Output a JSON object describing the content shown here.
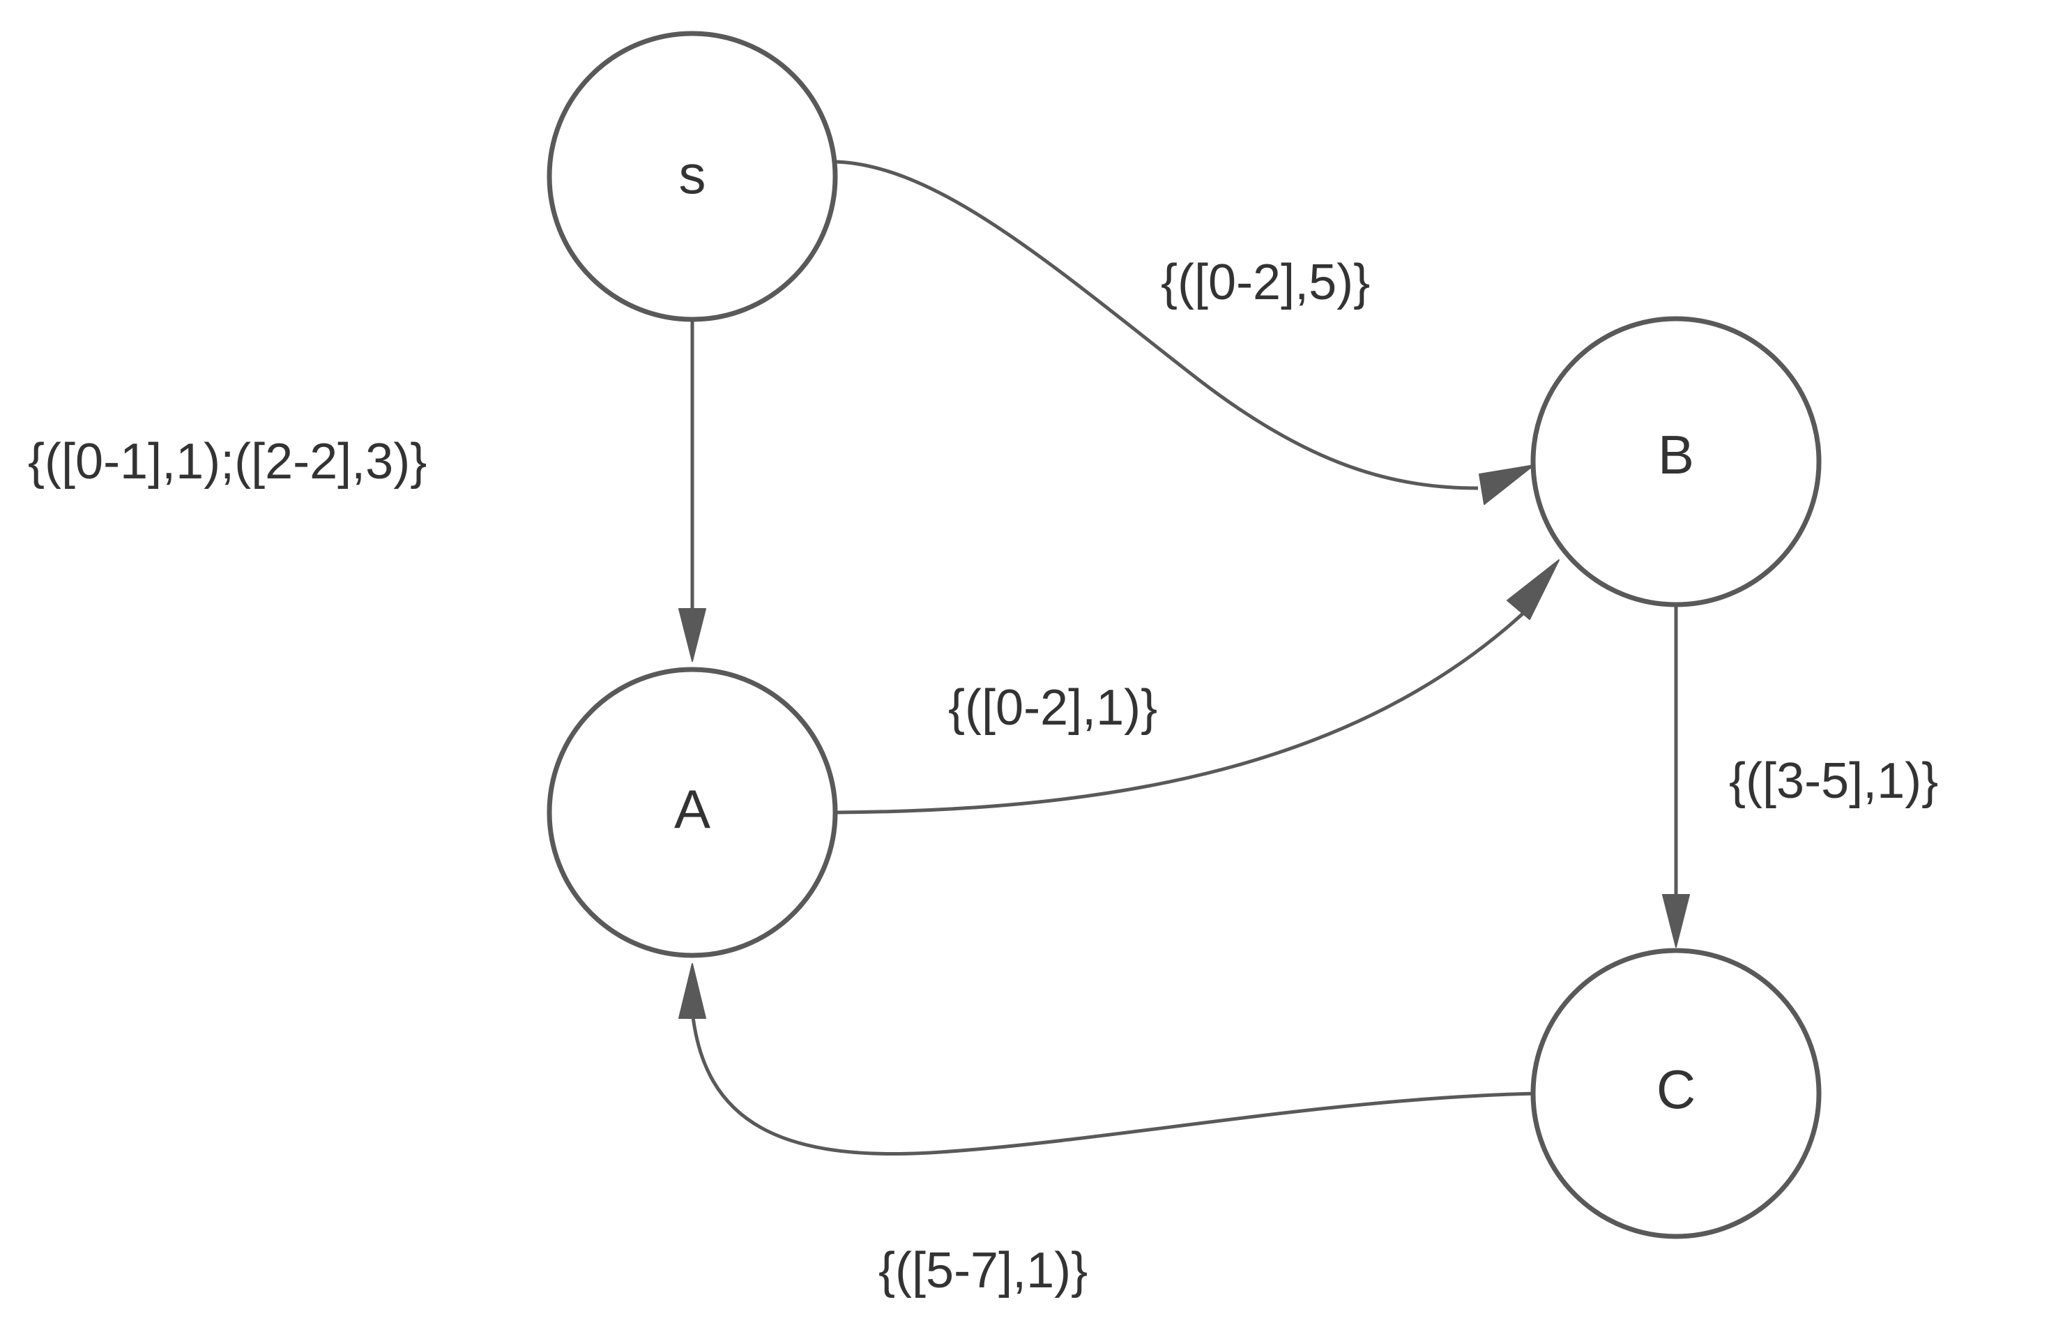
{
  "nodes": [
    {
      "id": "S",
      "label": "s"
    },
    {
      "id": "A",
      "label": "A"
    },
    {
      "id": "B",
      "label": "B"
    },
    {
      "id": "C",
      "label": "C"
    }
  ],
  "edges": [
    {
      "from": "S",
      "to": "A",
      "label": "{([0-1],1);([2-2],3)}"
    },
    {
      "from": "S",
      "to": "B",
      "label": "{([0-2],5)}"
    },
    {
      "from": "A",
      "to": "B",
      "label": "{([0-2],1)}"
    },
    {
      "from": "B",
      "to": "C",
      "label": "{([3-5],1)}"
    },
    {
      "from": "C",
      "to": "A",
      "label": "{([5-7],1)}"
    }
  ],
  "colors": {
    "stroke": "#595959",
    "text": "#333333",
    "background": "#ffffff"
  }
}
